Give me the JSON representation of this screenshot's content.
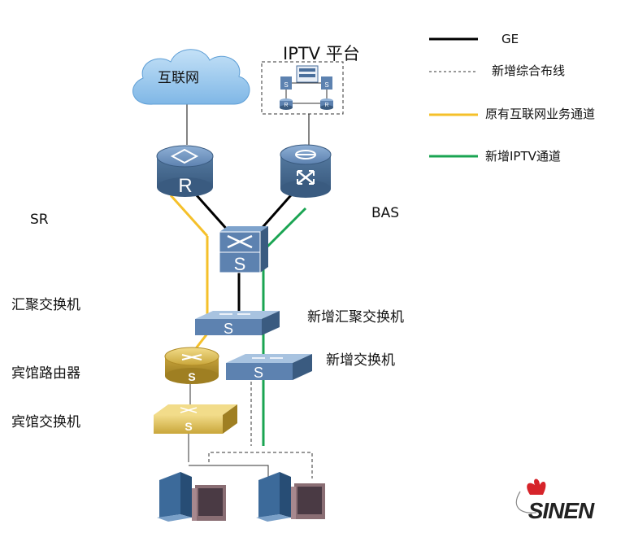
{
  "diagram": {
    "internet_label": "互联网",
    "iptv_label": "IPTV 平台",
    "sr_label": "SR",
    "bas_label": "BAS",
    "agg_switch_label": "汇聚交换机",
    "new_agg_switch_label": "新增汇聚交换机",
    "hotel_router_label": "宾馆路由器",
    "new_switch_label": "新增交换机",
    "hotel_switch_label": "宾馆交换机",
    "router_letter": "R",
    "switch_letter": "S"
  },
  "legend": {
    "ge": "GE",
    "new_cabling": "新增综合布线",
    "existing_internet": "原有互联网业务通道",
    "new_iptv": "新增IPTV通道"
  },
  "logo_text": "SINEN",
  "colors": {
    "ge_line": "#000000",
    "internet_path": "#f5c02a",
    "iptv_path": "#1aa452",
    "device_blue": "#4a6f9c",
    "device_gold": "#c9a63a",
    "cloud": "#93c6ee",
    "logo_red": "#d6242a"
  }
}
